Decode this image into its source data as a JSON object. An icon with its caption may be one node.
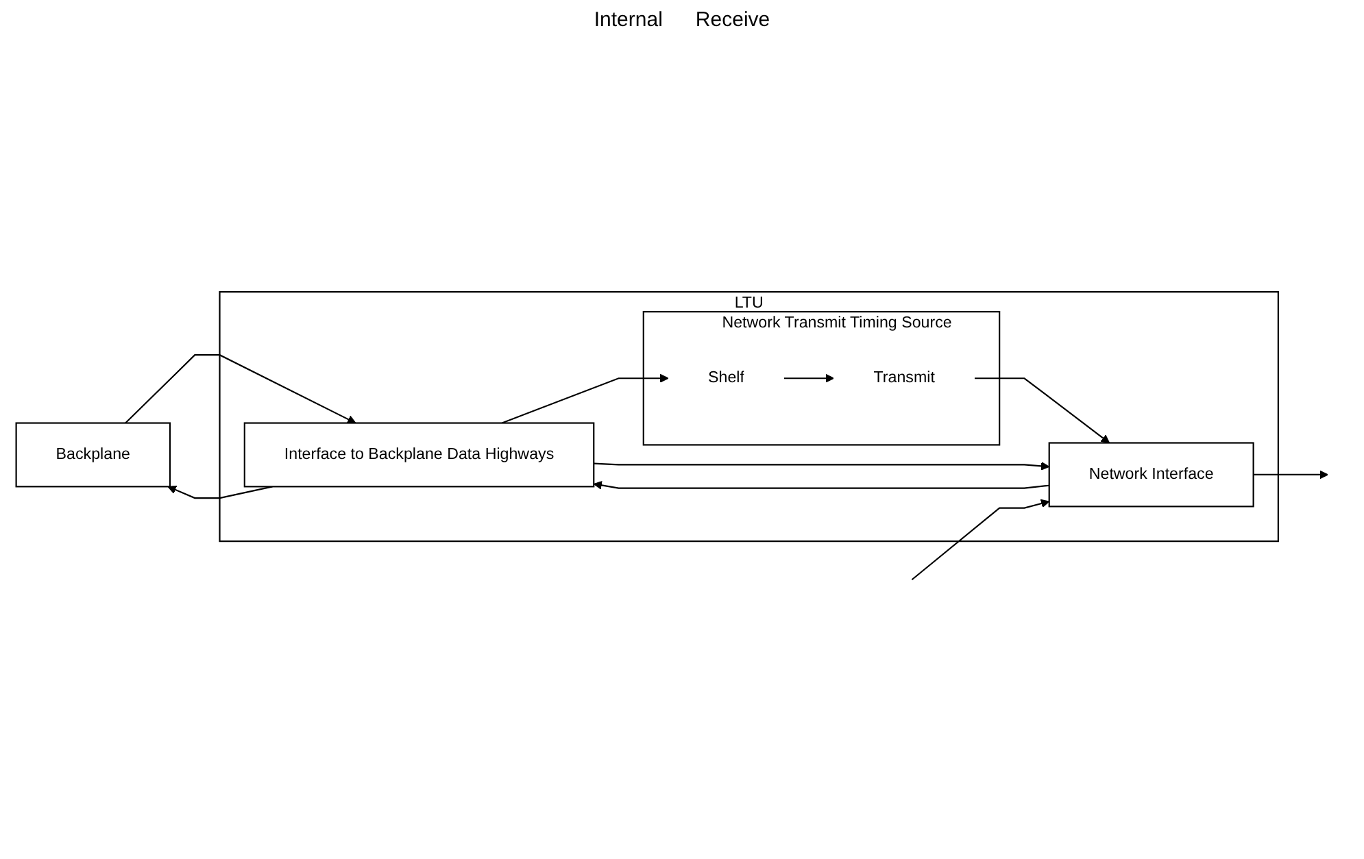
{
  "diagram": {
    "nodes": [
      {
        "text": [
          "Backplane"
        ]
      },
      {
        "text": [
          "LTU"
        ]
      },
      {
        "text": [
          "Network Transmit Timing Source"
        ],
        "in": 1
      },
      {
        "text": [
          "Shelf"
        ],
        "in": 2
      },
      {
        "text": [
          "Transmit"
        ],
        "in": 2
      },
      {
        "text": [
          "Interface to Backplane Data Highways"
        ],
        "in": 1
      },
      {
        "text": [
          "Network Interface"
        ],
        "in": 1
      }
    ],
    "edges": [
      {
        "from": 0,
        "to": 5,
        "arrow": "to"
      },
      {
        "from": 5,
        "to": 0,
        "arrow": "to"
      },
      {
        "from": 5,
        "to": 3,
        "arrow": "to"
      },
      {
        "from": 3,
        "to": 4,
        "arrow": "to"
      },
      {
        "from": 4,
        "to": 6,
        "arrow": "to"
      },
      {
        "from": 5,
        "to": 6,
        "arrow": "to"
      },
      {
        "from": 6,
        "to": 5,
        "arrow": "to"
      },
      {
        "from": 6,
        "to": null,
        "arrow": "to"
      },
      {
        "from": null,
        "to": 6,
        "arrow": "to"
      }
    ],
    "labels": [
      "Internal",
      "Receive"
    ]
  }
}
